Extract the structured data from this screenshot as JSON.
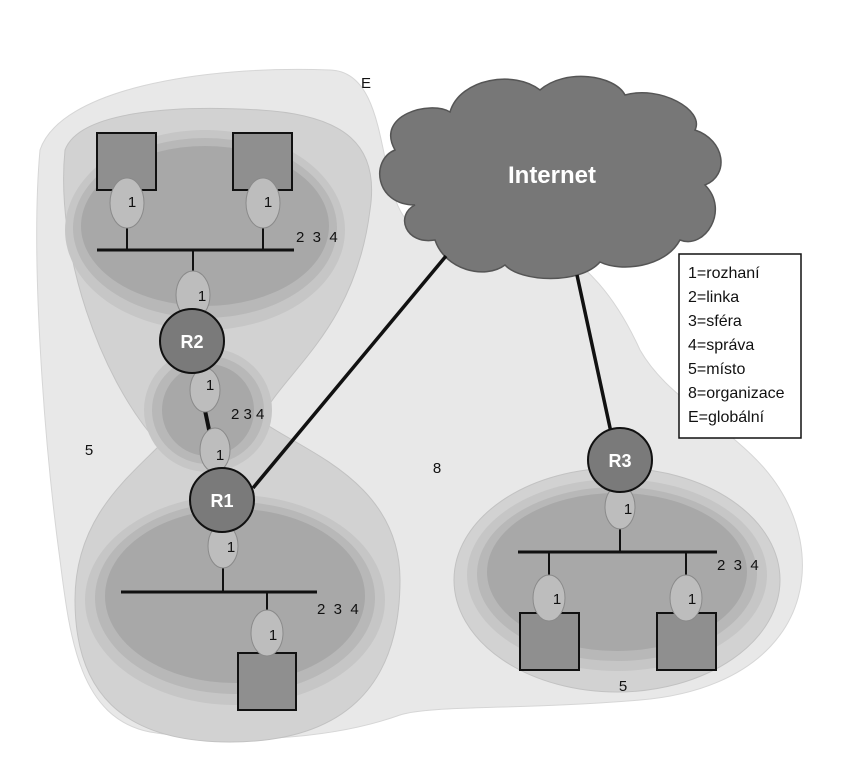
{
  "scope_e_label": "E",
  "scope_5_left_label": "5",
  "scope_5_right_label": "5",
  "scope_8_label": "8",
  "internet_label": "Internet",
  "routers": {
    "r1": "R1",
    "r2": "R2",
    "r3": "R3"
  },
  "scope_labels": {
    "lan_top": "2  3  4",
    "r2_r1": "2 3 4",
    "lan_bottom_left": "2  3  4",
    "lan_right": "2  3  4"
  },
  "interface_label": "1",
  "legend": [
    "1=rozhaní",
    "2=linka",
    "3=sféra",
    "4=správa",
    "5=místo",
    "8=organizace",
    "E=globální"
  ],
  "colors": {
    "global_region": "#e8e8e8",
    "site_region": "#d0d0d0",
    "scope_ring": "#b4b4b4",
    "lan_inner": "#9e9e9e",
    "interface_oval": "#bdbdbd",
    "router_fill": "#7a7a7a",
    "cloud_fill": "#777777"
  }
}
